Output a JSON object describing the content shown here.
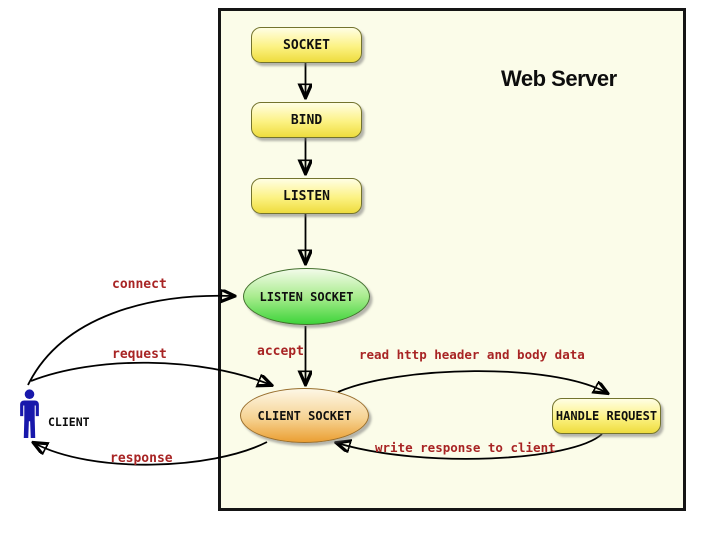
{
  "diagram": {
    "type": "flow-diagram",
    "server_box_title": "Web Server",
    "nodes": {
      "socket": {
        "label": "SOCKET",
        "shape": "rounded-rect",
        "color": "yellow"
      },
      "bind": {
        "label": "BIND",
        "shape": "rounded-rect",
        "color": "yellow"
      },
      "listen": {
        "label": "LISTEN",
        "shape": "rounded-rect",
        "color": "yellow"
      },
      "listen_socket": {
        "label": "LISTEN SOCKET",
        "shape": "ellipse",
        "color": "green"
      },
      "client_socket": {
        "label": "CLIENT SOCKET",
        "shape": "ellipse",
        "color": "orange"
      },
      "handle_request": {
        "label": "HANDLE REQUEST",
        "shape": "rounded-rect",
        "color": "yellow"
      },
      "client": {
        "label": "CLIENT",
        "shape": "person",
        "color": "blue"
      }
    },
    "edges": [
      {
        "from": "socket",
        "to": "bind",
        "label": ""
      },
      {
        "from": "bind",
        "to": "listen",
        "label": ""
      },
      {
        "from": "listen",
        "to": "listen_socket",
        "label": ""
      },
      {
        "from": "listen_socket",
        "to": "client_socket",
        "label": "accept"
      },
      {
        "from": "client",
        "to": "listen_socket",
        "label": "connect"
      },
      {
        "from": "client",
        "to": "client_socket",
        "label": "request"
      },
      {
        "from": "client_socket",
        "to": "client",
        "label": "response"
      },
      {
        "from": "client_socket",
        "to": "handle_request",
        "label": "read http header and body data"
      },
      {
        "from": "handle_request",
        "to": "client_socket",
        "label": "write response to client"
      }
    ],
    "colors": {
      "canvas_background": "#ffffff",
      "server_box_background": "#fbfce9",
      "server_box_border": "#151515",
      "node_yellow_top": "#fffee4",
      "node_yellow_bottom": "#eedc3e",
      "ellipse_green_top": "#f3fbea",
      "ellipse_green_bottom": "#3ed43a",
      "ellipse_orange_top": "#fdf7e6",
      "ellipse_orange_bottom": "#eb9f33",
      "edge_label_red": "#a82424",
      "client_person_blue": "#1818ab",
      "arrow_black": "#000000"
    }
  }
}
